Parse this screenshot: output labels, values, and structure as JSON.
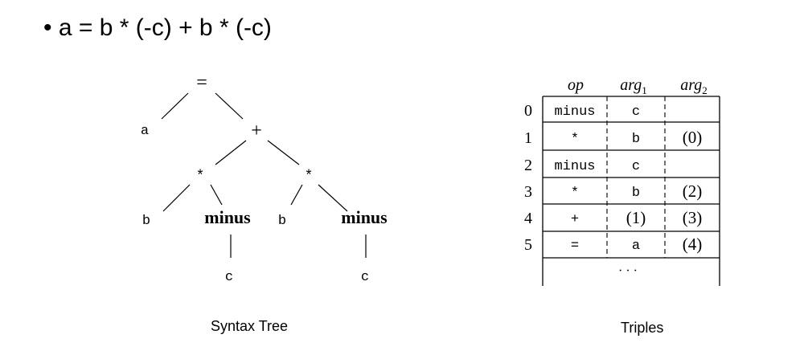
{
  "heading": {
    "bullet": "•",
    "expression": "a = b * (-c) + b * (-c)"
  },
  "syntax_tree": {
    "caption": "Syntax Tree",
    "nodes": {
      "root": "=",
      "left_var": "a",
      "plus": "+",
      "mul_left": "*",
      "mul_right": "*",
      "b_left": "b",
      "minus_left": "minus",
      "b_right": "b",
      "minus_right": "minus",
      "c_left": "c",
      "c_right": "c"
    }
  },
  "triples": {
    "caption": "Triples",
    "headers": {
      "op": "op",
      "arg1_base": "arg",
      "arg1_sub": "1",
      "arg2_base": "arg",
      "arg2_sub": "2"
    },
    "rows": [
      {
        "index": "0",
        "op": "minus",
        "arg1": "c",
        "arg2": ""
      },
      {
        "index": "1",
        "op": "*",
        "arg1": "b",
        "arg2": "(0)"
      },
      {
        "index": "2",
        "op": "minus",
        "arg1": "c",
        "arg2": ""
      },
      {
        "index": "3",
        "op": "*",
        "arg1": "b",
        "arg2": "(2)"
      },
      {
        "index": "4",
        "op": "+",
        "arg1": "(1)",
        "arg2": "(3)"
      },
      {
        "index": "5",
        "op": "=",
        "arg1": "a",
        "arg2": "(4)"
      }
    ],
    "ellipsis": "· · ·"
  }
}
